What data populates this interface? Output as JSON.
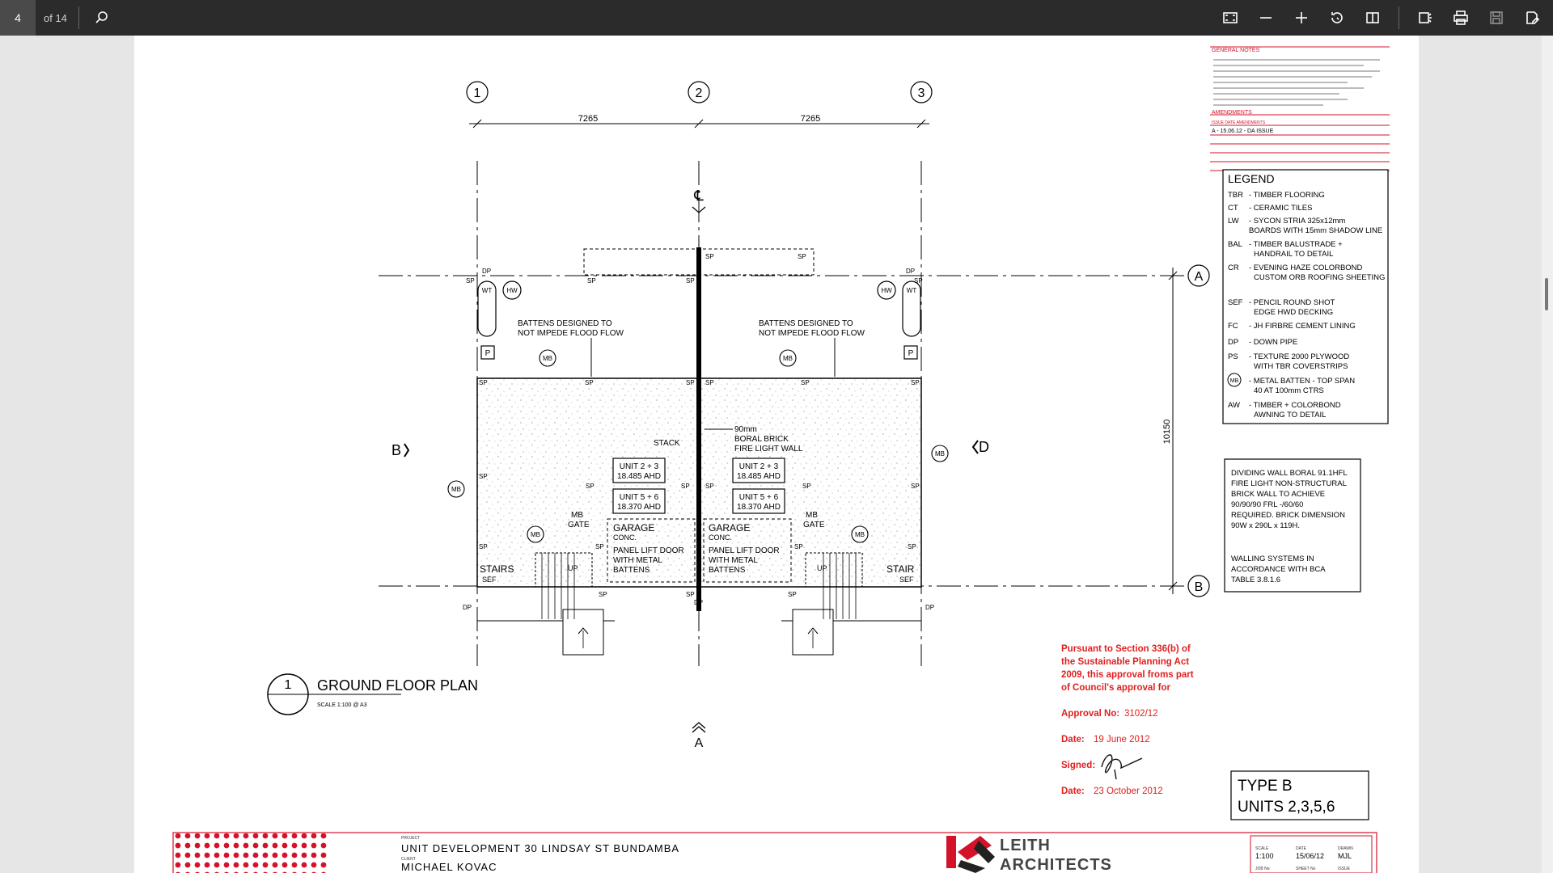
{
  "toolbar": {
    "current_page": "4",
    "page_of": "of 14"
  },
  "drawing": {
    "grid": {
      "g1": "1",
      "g2": "2",
      "g3": "3",
      "gA": "A",
      "gB": "B"
    },
    "dim_left": "7265",
    "dim_right": "7265",
    "dim_vertical": "10150",
    "section_b_left": "B",
    "section_d_right": "D",
    "section_a_bottom": "A",
    "battens_note": "BATTENS DESIGNED TO",
    "battens_note2": "NOT IMPEDE FLOOD FLOW",
    "wall_note1": "90mm",
    "wall_note2": "BORAL BRICK",
    "wall_note3": "FIRE LIGHT WALL",
    "stack": "STACK",
    "unit23": "UNIT 2 + 3",
    "ahd1": "18.485 AHD",
    "unit56": "UNIT 5 + 6",
    "ahd2": "18.370 AHD",
    "garage": "GARAGE",
    "conc": "CONC.",
    "panel1": "PANEL LIFT DOOR",
    "panel2": "WITH METAL",
    "panel3": "BATTENS",
    "mb_gate1": "MB",
    "mb_gate2": "GATE",
    "stairs_left": "STAIRS",
    "stair_right": "STAIR",
    "sef": "SEF",
    "up": "UP",
    "sp": "SP",
    "dp": "DP",
    "wt": "WT",
    "hw": "HW",
    "p": "P",
    "mb": "MB",
    "plan_number": "1",
    "plan_title": "GROUND FLOOR PLAN",
    "plan_scale": "SCALE      1:100 @ A3"
  },
  "notes": {
    "general_title": "GENERAL NOTES",
    "amendments_title": "AMENDMENTS",
    "amend_head": "ISSUE  DATE  AMENDMENTS",
    "amend_row": "A - 15.06.12 - DA ISSUE"
  },
  "legend": {
    "title": "LEGEND",
    "items": [
      {
        "code": "TBR",
        "text": "- TIMBER FLOORING",
        "text2": ""
      },
      {
        "code": "CT",
        "text": "- CERAMIC TILES",
        "text2": ""
      },
      {
        "code": "LW",
        "text": "- SYCON STRIA 325x12mm",
        "text2": "BOARDS WITH 15mm SHADOW LINE"
      },
      {
        "code": "BAL",
        "text": "- TIMBER BALUSTRADE +",
        "text2": "HANDRAIL TO DETAIL"
      },
      {
        "code": "CR",
        "text": "- EVENING HAZE COLORBOND",
        "text2": "CUSTOM ORB ROOFING SHEETING"
      },
      {
        "code": "SEF",
        "text": "- PENCIL ROUND SHOT",
        "text2": "EDGE HWD DECKING"
      },
      {
        "code": "FC",
        "text": "- JH FIRBRE CEMENT LINING",
        "text2": ""
      },
      {
        "code": "DP",
        "text": "- DOWN PIPE",
        "text2": ""
      },
      {
        "code": "PS",
        "text": "- TEXTURE 2000 PLYWOOD",
        "text2": "WITH TBR COVERSTRIPS"
      },
      {
        "code": "MB",
        "text": "- METAL BATTEN  - TOP SPAN",
        "text2": "40 AT 100mm CTRS"
      },
      {
        "code": "AW",
        "text": "- TIMBER + COLORBOND",
        "text2": "AWNING TO DETAIL"
      }
    ]
  },
  "wall_spec": {
    "lines": [
      "DIVIDING WALL BORAL 91.1HFL",
      "FIRE LIGHT NON-STRUCTURAL",
      "BRICK WALL TO ACHIEVE",
      "90/90/90 FRL  -/60/60",
      "REQUIRED. BRICK DIMENSION",
      "90W x 290L x 119H."
    ],
    "lines2": [
      "WALLING SYSTEMS IN",
      "ACCORDANCE WITH BCA",
      "TABLE 3.8.1.6"
    ]
  },
  "approval": {
    "line1": "Pursuant to Section 336(b) of",
    "line2": "the Sustainable Planning Act",
    "line3": "2009, this approval froms part",
    "line4": "of Council's approval for",
    "approval_label": "Approval No:",
    "approval_value": "3102/12",
    "date1_label": "Date:",
    "date1_value": "19 June 2012",
    "signed_label": "Signed:",
    "date2_label": "Date:",
    "date2_value": "23 October 2012",
    "color": "#e0201f"
  },
  "type_box": {
    "line1": "TYPE  B",
    "line2": "UNITS  2,3,5,6"
  },
  "title_block": {
    "project_label": "PROJECT",
    "project": "UNIT DEVELOPMENT 30 LINDSAY ST BUNDAMBA",
    "client_label": "CLIENT",
    "client": "MICHAEL KOVAC",
    "firm1": "LEITH",
    "firm2": "ARCHITECTS",
    "scale_label": "SCALE",
    "scale": "1:100",
    "date_label": "DATE",
    "date": "15/06/12",
    "drawn_label": "DRAWN",
    "drawn": "MJL",
    "job_label": "JOB No",
    "sheet_label": "SHEET No",
    "issue_label": "ISSUE",
    "brand_red": "#d4122a"
  }
}
